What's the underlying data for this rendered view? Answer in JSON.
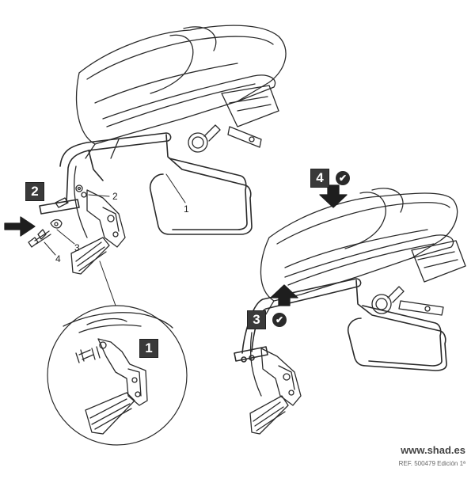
{
  "steps": {
    "step1": "1",
    "step2": "2",
    "step3": "3",
    "step4": "4"
  },
  "callouts": {
    "c1": "1",
    "c2": "2",
    "c3": "3",
    "c4": "4"
  },
  "check_symbol": "✔",
  "footer": {
    "url": "www.shad.es",
    "ref": "REF. 500479 Edición 1ª"
  },
  "colors": {
    "line": "#2a2a2a",
    "badge": "#3a3a3a"
  }
}
